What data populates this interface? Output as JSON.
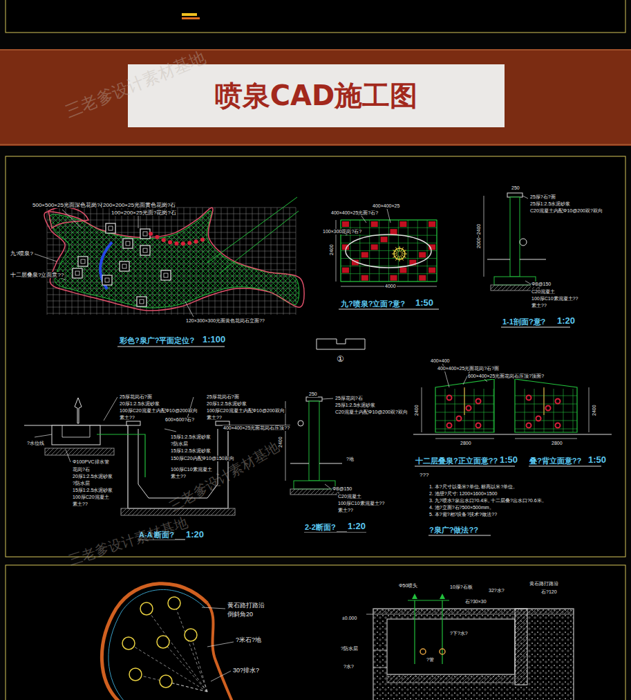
{
  "diagram": {
    "title": "喷泉CAD施工图",
    "labels": [
      "三老爹设计素材基地",
      "500×500×25光面深色花岗?石",
      "200×200×25光面黄色花岗?石",
      "100×200×25光面?花岗?石",
      "九?喷泉?",
      "十二层叠泉?立面意??",
      "120×300×300光面黄色花岗石立面??",
      "彩色?泉广?平面定位?",
      "1:100",
      "400×400×25光面?石?",
      "400×400×25",
      "100×300花岗?石?",
      "2400",
      "4000",
      "九?喷泉?立面?意?",
      "1:50",
      "250",
      "25厚?石?面",
      "25厚1:2.5水泥砂浆",
      "C20混凝土内配Φ10@200双?双向",
      "2000~2400",
      "Φ8@150",
      "C20混凝土",
      "100厚C10素混凝土??",
      "素土??",
      "1-1剖面?意?",
      "1:20",
      "①",
      "25厚花岗石?面",
      "20厚1:2.5水泥砂浆",
      "100厚C20混凝土内配Φ10@200双向",
      "素土??",
      "25厚花岗石?面",
      "20厚1:2.5水泥砂浆",
      "100厚C20混凝土内配Φ10@200双向",
      "素土??",
      "600×600?石?",
      "400×400×25光面花岗石压顶??",
      "?水位线",
      "15厚1:2.5水泥砂浆",
      "?防水层",
      "15厚1:2.5水泥砂浆",
      "150厚C20内配Φ10@150双向",
      "100厚C10素混凝土",
      "素土??",
      "Φ100PVC排水管",
      "花岗?石",
      "20厚1:2.5水泥砂浆",
      "?防水层",
      "15厚1:2.5水泥砂浆",
      "100厚C20混凝土",
      "素土??",
      "三老爹设计素材基地",
      "A-A  断面?",
      "1:20",
      "三老爹设计素材基地",
      "250",
      "25厚花岗?石",
      "25厚1:2.5水泥砂浆",
      "C20混凝土内配Φ10@200双?双向",
      "2400",
      "?地",
      "Φ8@150",
      "C20混凝土",
      "100厚C10素混凝土??",
      "素土??",
      "2-2断面?",
      "1:20",
      "400×400",
      "400×400×25光面花岗?石?面",
      "600×400×25光面花岗石压顶?顶面?",
      "2400",
      "2800",
      "2400",
      "2800",
      "十二层叠泉?正立面意??",
      "1:50",
      "叠?背立面意??",
      "1:50",
      "???",
      "1. 本?尺寸以毫米?单位, 标高以米?单位。",
      "2. 池壁?尺寸: 1200×1600×1500",
      "3. 九?喷水?泉出水口?0.4米, 十二层叠?出水口?0.6米。",
      "4. 池?立面?石?500×500mm。",
      "5. 本?需?相?设备?技术?做法??",
      "?泉广?做法??",
      "黄石路打路沿",
      "倒斜角20",
      "?米石?地",
      "30?排水?",
      "Φ50喷头",
      "10厚?石板",
      "32?水?",
      "黄石路打路沿",
      "石?120",
      "±0.000",
      "石?30×30",
      "?下?水?",
      "?管",
      "?防水层",
      "?水?"
    ]
  }
}
